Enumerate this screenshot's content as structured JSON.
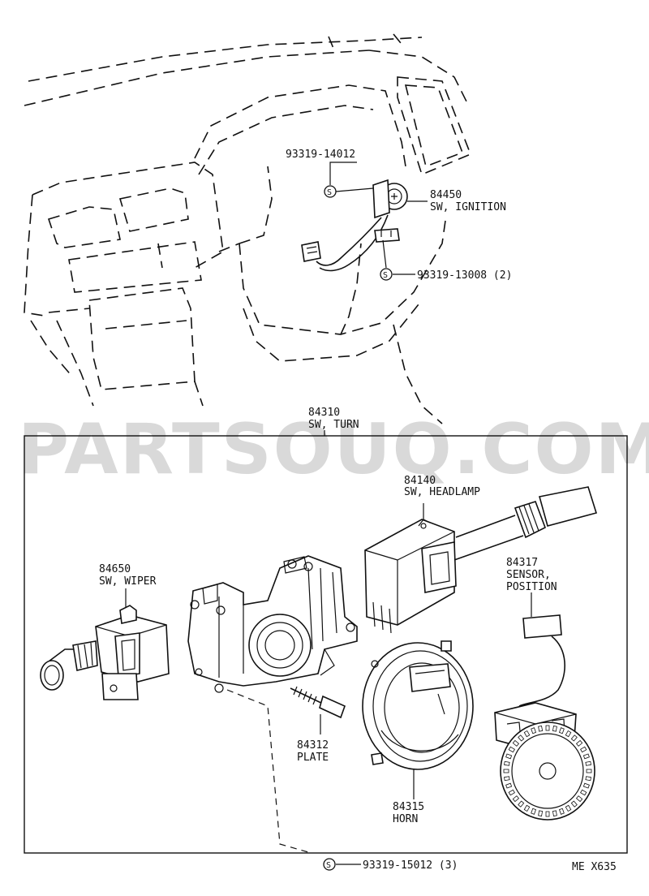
{
  "watermark": "PARTSOUQ.COM",
  "diagram_code": "ME X635",
  "callouts": {
    "bolt_top": {
      "number": "93319-14012"
    },
    "ignition": {
      "number": "84450",
      "name": "SW, IGNITION"
    },
    "bolt_mid": {
      "number": "93319-13008 (2)"
    },
    "turn": {
      "number": "84310",
      "name": "SW, TURN"
    },
    "headlamp": {
      "number": "84140",
      "name": "SW, HEADLAMP"
    },
    "wiper": {
      "number": "84650",
      "name": "SW, WIPER"
    },
    "sensor": {
      "number": "84317",
      "name_line1": "SENSOR,",
      "name_line2": "POSITION"
    },
    "plate": {
      "number": "84312",
      "name": "PLATE"
    },
    "horn": {
      "number": "84315",
      "name": "HORN"
    },
    "bolt_bottom": {
      "number": "93319-15012 (3)"
    }
  },
  "screw_symbol": "S"
}
